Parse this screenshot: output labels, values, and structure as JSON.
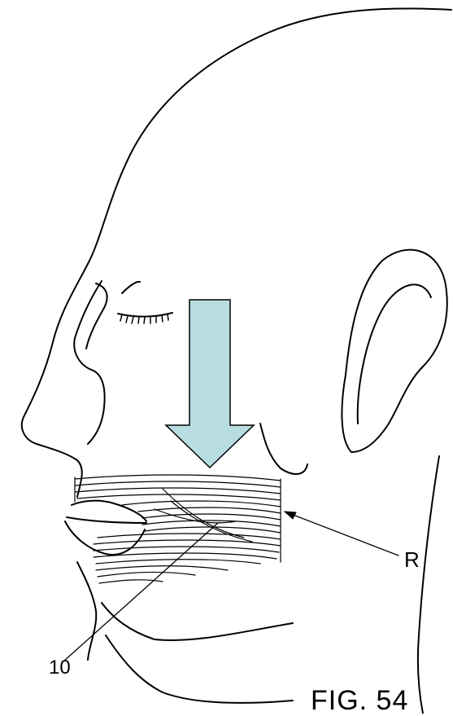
{
  "figure": {
    "title": "FIG. 54",
    "labels": {
      "muscle_band": "R",
      "fiber_point": "10"
    },
    "arrow_color": "#b7dde0",
    "line_color": "#000000",
    "background": "#ffffff"
  }
}
